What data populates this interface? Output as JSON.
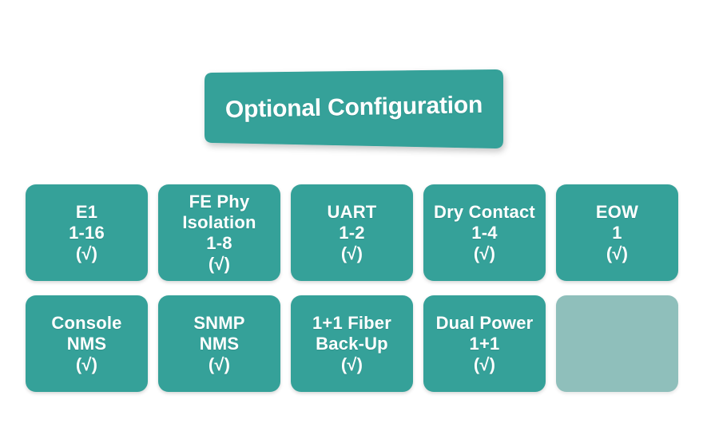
{
  "banner": {
    "title": "Optional Configuration",
    "fill_color": "#35a199",
    "text_color": "#ffffff"
  },
  "palette": {
    "box_fill": "#35a199",
    "box_fill_disabled": "#8fbfbb",
    "text": "#ffffff",
    "background": "#ffffff"
  },
  "grid": {
    "columns": 5,
    "rows": [
      {
        "cells": [
          {
            "name": "e1",
            "lines": [
              "E1",
              "1-16"
            ],
            "mark": "(√)",
            "enabled": true
          },
          {
            "name": "fe-phy",
            "lines": [
              "FE Phy",
              "Isolation",
              "1-8"
            ],
            "mark": "(√)",
            "enabled": true
          },
          {
            "name": "uart",
            "lines": [
              "UART",
              "1-2"
            ],
            "mark": "(√)",
            "enabled": true
          },
          {
            "name": "dry-contact",
            "lines": [
              "Dry Contact",
              "1-4"
            ],
            "mark": "(√)",
            "enabled": true
          },
          {
            "name": "eow",
            "lines": [
              "EOW",
              "1"
            ],
            "mark": "(√)",
            "enabled": true
          }
        ]
      },
      {
        "cells": [
          {
            "name": "console-nms",
            "lines": [
              "Console",
              "NMS"
            ],
            "mark": "(√)",
            "enabled": true
          },
          {
            "name": "snmp-nms",
            "lines": [
              "SNMP",
              "NMS"
            ],
            "mark": "(√)",
            "enabled": true
          },
          {
            "name": "fiber-backup",
            "lines": [
              "1+1 Fiber",
              "Back-Up"
            ],
            "mark": "(√)",
            "enabled": true
          },
          {
            "name": "dual-power",
            "lines": [
              "Dual Power",
              "1+1"
            ],
            "mark": "(√)",
            "enabled": true
          },
          {
            "name": "empty-slot",
            "lines": [],
            "mark": "",
            "enabled": false
          }
        ]
      }
    ]
  }
}
